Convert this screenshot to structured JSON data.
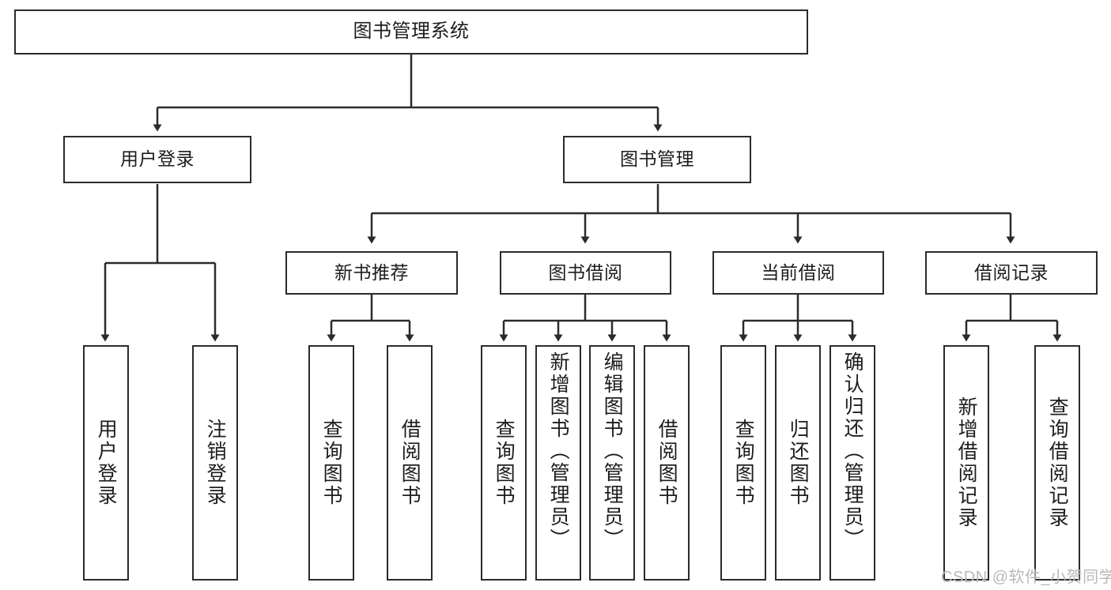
{
  "diagram": {
    "title": "图书管理系统",
    "type": "tree-hierarchy-chart",
    "watermark": "CSDN @软件_小贺同学",
    "colors": {
      "stroke": "#2b2b2b",
      "fill": "#ffffff",
      "text": "#1d1d1d",
      "watermark": "#b9b9b9"
    },
    "nodes": {
      "root": {
        "label": "图书管理系统"
      },
      "level2": [
        {
          "id": "user-login",
          "label": "用户登录"
        },
        {
          "id": "book-manage",
          "label": "图书管理"
        }
      ],
      "level3": [
        {
          "id": "new-book-rec",
          "label": "新书推荐"
        },
        {
          "id": "book-borrow",
          "label": "图书借阅"
        },
        {
          "id": "current-borrow",
          "label": "当前借阅"
        },
        {
          "id": "borrow-record",
          "label": "借阅记录"
        }
      ],
      "leaves": {
        "user-login": [
          {
            "id": "leaf-user-login",
            "label": "用户登录"
          },
          {
            "id": "leaf-logout",
            "label": "注销登录"
          }
        ],
        "new-book-rec": [
          {
            "id": "leaf-query-book-1",
            "label": "查询图书"
          },
          {
            "id": "leaf-borrow-book-1",
            "label": "借阅图书"
          }
        ],
        "book-borrow": [
          {
            "id": "leaf-query-book-2",
            "label": "查询图书"
          },
          {
            "id": "leaf-add-book",
            "label": "新增图书（管理员）"
          },
          {
            "id": "leaf-edit-book",
            "label": "编辑图书（管理员）"
          },
          {
            "id": "leaf-borrow-book-2",
            "label": "借阅图书"
          }
        ],
        "current-borrow": [
          {
            "id": "leaf-query-book-3",
            "label": "查询图书"
          },
          {
            "id": "leaf-return-book",
            "label": "归还图书"
          },
          {
            "id": "leaf-confirm-return",
            "label": "确认归还（管理员）"
          }
        ],
        "borrow-record": [
          {
            "id": "leaf-add-record",
            "label": "新增借阅记录"
          },
          {
            "id": "leaf-query-record",
            "label": "查询借阅记录"
          }
        ]
      }
    }
  }
}
